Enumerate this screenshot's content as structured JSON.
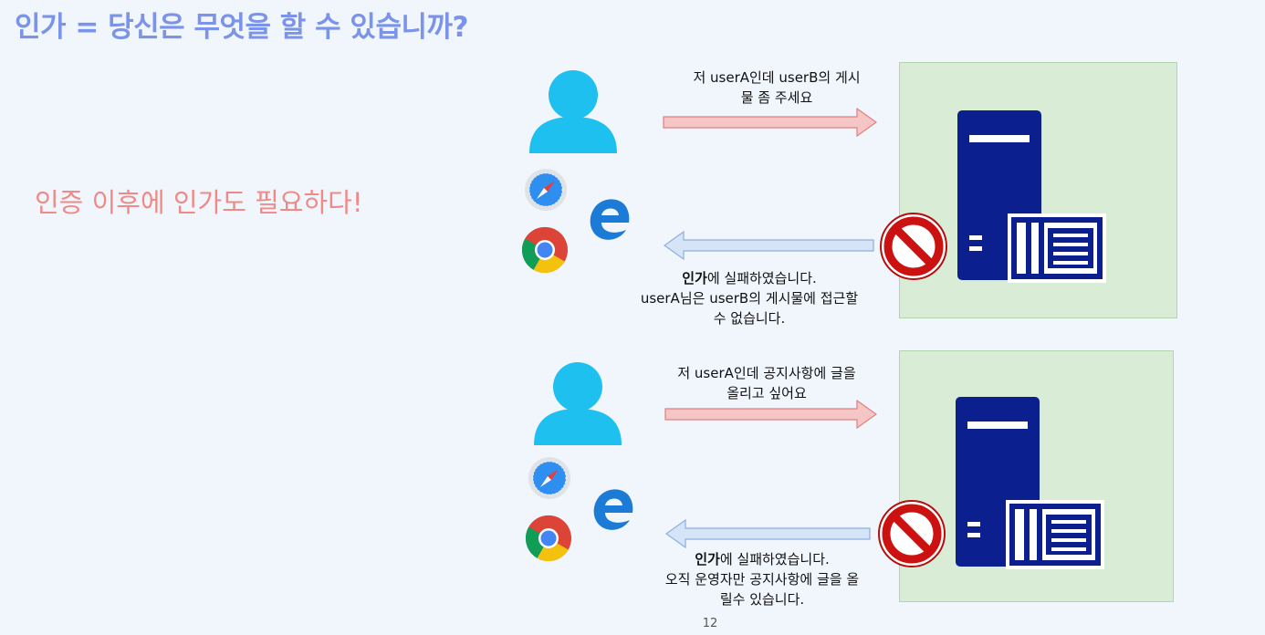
{
  "slide": {
    "title": "인가 = 당신은 무엇을 할 수 있습니까?",
    "subtitle": "인증 이후에 인가도 필요하다!",
    "page_number": "12"
  },
  "scenarios": [
    {
      "request": [
        "저 userA인데 userB의 게시",
        "물 좀 주세요"
      ],
      "response_bold": "인가",
      "response_rest": "에 실패하였습니다.",
      "response_lines": [
        "userA님은 userB의 게시물에 접근할",
        "수 없습니다."
      ]
    },
    {
      "request": [
        "저 userA인데 공지사항에 글을",
        "올리고 싶어요"
      ],
      "response_bold": "인가",
      "response_rest": "에 실패하였습니다.",
      "response_lines": [
        "오직 운영자만 공지사항에 글을 올",
        "릴수 있습니다."
      ]
    }
  ],
  "colors": {
    "title": "#7b93e8",
    "subtitle": "#f08a86",
    "user": "#1ec0ef",
    "server": "#0b1f8f",
    "server_box": "#d8ecd6",
    "request_arrow": "#f6c6c6",
    "response_arrow": "#d6e4f7",
    "denied": "#cc1111"
  },
  "icons": [
    "user-icon",
    "safari-icon",
    "edge-icon",
    "chrome-icon",
    "server-icon",
    "no-entry-icon",
    "arrow-right-icon",
    "arrow-left-icon"
  ]
}
